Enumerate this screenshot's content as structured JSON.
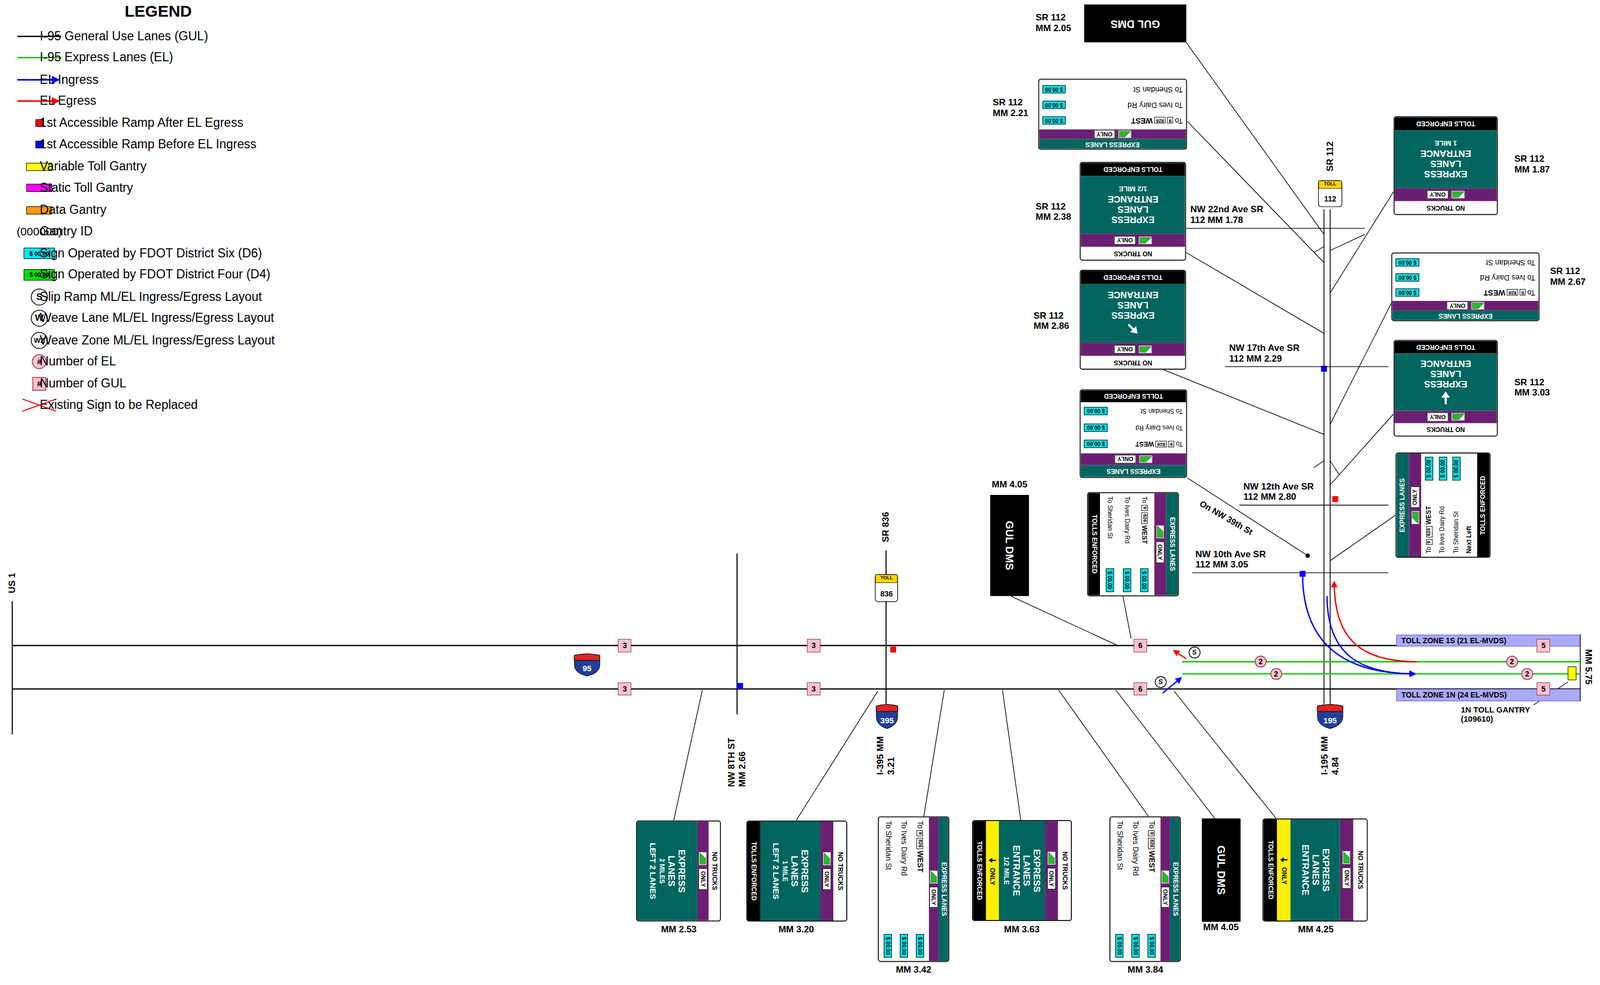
{
  "diagram": {
    "nodes": [
      {
        "text": [
          "GUL DMS"
        ]
      },
      {
        "text": [
          "EXPRESS LANES",
          "ONLY",
          "To",
          "9",
          "826",
          "WEST",
          "$ 00.00",
          "To Ives Dairy Rd",
          "$ 00.00",
          "To Sheridan St",
          "$ 00.00"
        ]
      },
      {
        "text": [
          "NO TRUCKS",
          "ONLY",
          "EXPRESS LANES ENTRANCE",
          "1 MILE",
          "TOLLS ENFORCED"
        ]
      },
      {
        "text": [
          "NO TRUCKS",
          "ONLY",
          "EXPRESS LANES ENTRANCE",
          "1/2 MILE",
          "TOLLS ENFORCED"
        ]
      },
      {
        "text": [
          "EXPRESS LANES",
          "ONLY",
          "To",
          "9",
          "826",
          "WEST",
          "$ 00.00",
          "To Ives Dairy Rd",
          "$ 00.00",
          "To Sheridan St",
          "$ 00.00"
        ]
      },
      {
        "text": [
          "NO TRUCKS",
          "ONLY",
          "EXPRESS LANES ENTRANCE",
          "TOLLS ENFORCED"
        ]
      },
      {
        "text": [
          "NO TRUCKS",
          "ONLY",
          "EXPRESS LANES ENTRANCE",
          "TOLLS ENFORCED"
        ]
      },
      {
        "text": [
          "EXPRESS LANES",
          "ONLY",
          "To",
          "9",
          "826",
          "WEST",
          "$ 00.00",
          "To Ives Dairy Rd",
          "$ 00.00",
          "To Sheridan St",
          "$ 00.00",
          "TOLLS ENFORCED"
        ]
      },
      {
        "text": [
          "EXPRESS LANES",
          "ONLY",
          "To",
          "9",
          "826",
          "WEST",
          "$ 00.00",
          "To Ives Dairy Rd",
          "$ 00.00",
          "To Sheridan St",
          "$ 00.00",
          "Next Left",
          "TOLLS ENFORCED"
        ]
      },
      {
        "text": [
          "GUL DMS"
        ]
      },
      {
        "text": [
          "EXPRESS LANES",
          "ONLY",
          "To",
          "9",
          "826",
          "WEST",
          "$ 00.00",
          "To Ives Dairy Rd",
          "$ 00.00",
          "To Sheridan St",
          "$ 00.00",
          "TOLLS ENFORCED"
        ]
      },
      {
        "text": [
          "TOLL ZONE 1S (21 EL-MVDS)"
        ]
      },
      {
        "text": [
          "TOLL ZONE 1N (24 EL-MVDS)"
        ]
      },
      {
        "text": [
          "3"
        ]
      },
      {
        "text": [
          "3"
        ]
      },
      {
        "text": [
          "6"
        ]
      },
      {
        "text": [
          "5"
        ]
      },
      {
        "text": [
          "3"
        ]
      },
      {
        "text": [
          "3"
        ]
      },
      {
        "text": [
          "6"
        ]
      },
      {
        "text": [
          "5"
        ]
      },
      {
        "text": [
          "2"
        ]
      },
      {
        "text": [
          "2"
        ]
      },
      {
        "text": [
          "2"
        ]
      },
      {
        "text": [
          "2"
        ]
      },
      {
        "text": [
          "S"
        ]
      },
      {
        "text": [
          "S"
        ]
      },
      {
        "text": [
          "95"
        ]
      },
      {
        "text": [
          "TOLL",
          "836"
        ]
      },
      {
        "text": [
          "TOLL",
          "112"
        ]
      },
      {
        "text": [
          "395"
        ]
      },
      {
        "text": [
          "195"
        ]
      },
      {
        "text": [
          "NO TRUCKS",
          "ONLY",
          "EXPRESS LANES",
          "2 MILES",
          "LEFT 2 LANES"
        ]
      },
      {
        "text": [
          "NO TRUCKS",
          "ONLY",
          "EXPRESS LANES",
          "1 MILE",
          "LEFT 2 LANES",
          "TOLLS ENFORCED"
        ]
      },
      {
        "text": [
          "EXPRESS LANES",
          "ONLY",
          "To",
          "9",
          "826",
          "WEST",
          "$ 00.00",
          "To Ives Dairy Rd",
          "$ 00.00",
          "To Sheridan St",
          "$ 00.00"
        ]
      },
      {
        "text": [
          "NO TRUCKS",
          "ONLY",
          "EXPRESS LANES ENTRANCE",
          "1/2 MILE",
          "ONLY",
          "TOLLS ENFORCED"
        ]
      },
      {
        "text": [
          "EXPRESS LANES",
          "ONLY",
          "To",
          "9",
          "826",
          "WEST",
          "$ 00.00",
          "To Ives Dairy Rd",
          "$ 00.00",
          "To Sheridan St",
          "$ 00.00"
        ]
      },
      {
        "text": [
          "GUL DMS"
        ]
      },
      {
        "text": [
          "NO TRUCKS",
          "ONLY",
          "EXPRESS LANES ENTRANCE",
          "ONLY",
          "TOLLS ENFORCED"
        ]
      }
    ],
    "labels": [
      "LEGEND",
      "(000000)",
      "$ 00.00",
      "$ 00.00",
      "S",
      "W",
      "WZ",
      "#",
      "#",
      "SR 112 MM 2.05",
      "SR 112 MM 2.21",
      "SR 112 MM 1.87",
      "SR 112",
      "SR 112 MM 2.38",
      "NW 22nd Ave SR 112 MM 1.78",
      "SR 112 MM 2.67",
      "SR 112 MM 2.86",
      "NW 17th Ave SR 112 MM 2.29",
      "SR 112 MM 3.03",
      "MM 4.05",
      "NW 12th Ave SR 112 MM 2.80",
      "On NW 39th St",
      "SR 836",
      "NW 10th Ave SR 112 MM 3.05",
      "US 1",
      "MM 5.75",
      "1N TOLL GANTRY (109610)",
      "NW 8TH ST MM 2.66",
      "I-395 MM 3.21",
      "I-195 MM 4.84",
      "MM 2.53",
      "MM 3.20",
      "MM 3.42",
      "MM 3.63",
      "MM 3.84",
      "MM 4.05",
      "MM 4.25"
    ],
    "legend": [
      {
        "text": "I-95 General Use Lanes (GUL)"
      },
      {
        "text": "I-95 Express Lanes (EL)"
      },
      {
        "text": "EL Ingress"
      },
      {
        "text": "EL Egress"
      },
      {
        "text": "1st Accessible Ramp After EL Egress",
        "color": "#ff0000"
      },
      {
        "text": "1st Accessible Ramp Before EL Ingress",
        "color": "#0000ff"
      },
      {
        "text": "Variable Toll Gantry",
        "color": "#ffff00"
      },
      {
        "text": "Static Toll Gantry",
        "color": "#ff00ff"
      },
      {
        "text": "Data Gantry",
        "color": "#ff9900"
      },
      {
        "text": "Gantry ID"
      },
      {
        "text": "Sign Operated by FDOT District Six (D6)",
        "color": "#00e5ee"
      },
      {
        "text": "Sign Operated by FDOT District Four (D4)",
        "color": "#00dd00"
      },
      {
        "text": "Slip Ramp ML/EL Ingress/Egress Layout"
      },
      {
        "text": "Weave Lane ML/EL Ingress/Egress Layout"
      },
      {
        "text": "Weave Zone ML/EL Ingress/Egress Layout"
      },
      {
        "text": "Number of EL"
      },
      {
        "text": "Number of GUL"
      },
      {
        "text": "Existing Sign to be Replaced"
      }
    ]
  }
}
